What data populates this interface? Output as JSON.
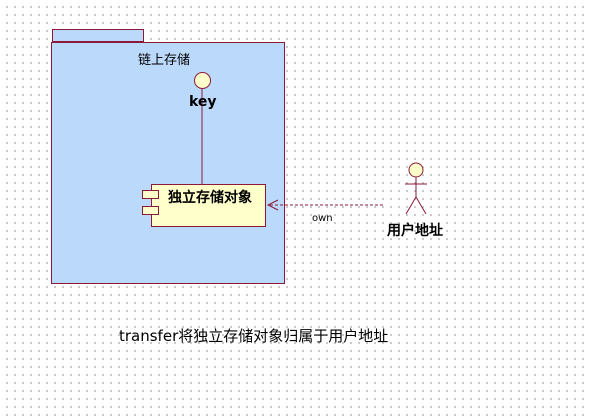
{
  "package": {
    "name": "链上存储"
  },
  "interface": {
    "name": "key"
  },
  "component": {
    "name": "独立存储对象"
  },
  "relationship": {
    "label": "own"
  },
  "actor": {
    "name": "用户地址"
  },
  "caption": "transfer将独立存储对象归属于用户地址",
  "colors": {
    "package_fill": "#bbd9fb",
    "element_fill": "#ffffcc",
    "border": "#8b1a3a"
  }
}
